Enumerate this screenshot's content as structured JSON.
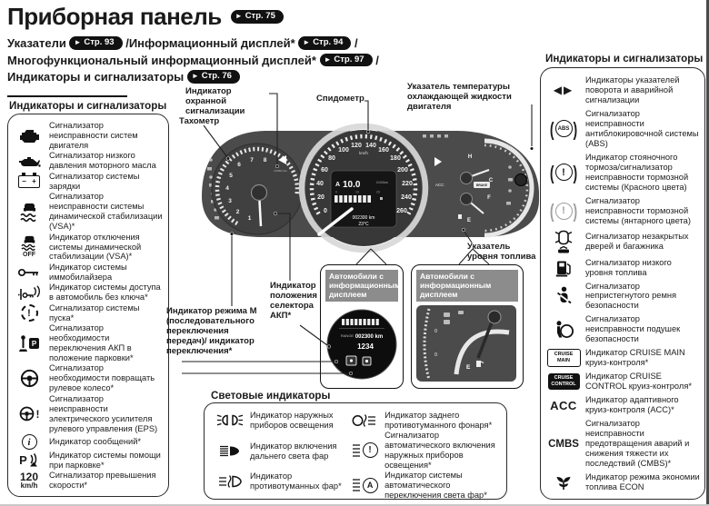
{
  "colors": {
    "page_bg": "#ffffff",
    "ink": "#1a1a1a",
    "badge_bg": "#111111",
    "cluster_body": "#4b4b4b",
    "infobox_header_bg": "#8c8c8c"
  },
  "icons": {
    "page_arrow": "►"
  },
  "header": {
    "title": "Приборная панель",
    "title_page": "Стр. 75",
    "l1a": "Указатели",
    "l1p1": "Стр. 93",
    "l1b": "/Информационный дисплей*",
    "l1p2": "Стр. 94",
    "l1c": "/",
    "l2a": "Многофункциональный информационный дисплей*",
    "l2p": "Стр. 97",
    "l2b": "/",
    "l3a": "Индикаторы и сигнализаторы",
    "l3p": "Стр. 76"
  },
  "left_panel": {
    "heading": "Индикаторы и сигнализаторы",
    "items": [
      {
        "icon": "engine-warning-icon",
        "label": "Сигнализатор неисправности систем двигателя"
      },
      {
        "icon": "oil-pressure-icon",
        "label": "Сигнализатор низкого давления моторного масла"
      },
      {
        "icon": "battery-icon",
        "icon_minus": "−",
        "icon_plus": "+",
        "label": "Сигнализатор системы зарядки"
      },
      {
        "icon": "vsa-warning-icon",
        "label": "Сигнализатор неисправности системы динамической стабилизации (VSA)*"
      },
      {
        "icon": "vsa-off-icon",
        "icon_text": "OFF",
        "label": "Индикатор отключения системы динамической стабилизации (VSA)*"
      },
      {
        "icon": "immobilizer-key-icon",
        "label": "Индикатор системы иммобилайзера"
      },
      {
        "icon": "keyless-access-icon",
        "label": "Индикатор системы доступа в автомобиль без ключа*"
      },
      {
        "icon": "start-system-icon",
        "icon_text": "!",
        "label": "Сигнализатор системы пуска*"
      },
      {
        "icon": "shift-to-park-icon",
        "icon_text": "P",
        "label": "Сигнализатор необходимости переключения АКП в положение парковки*"
      },
      {
        "icon": "steering-turn-icon",
        "label": "Сигнализатор необходимости повращать рулевое колесо*"
      },
      {
        "icon": "eps-warning-icon",
        "icon_text": "!",
        "label": "Сигнализатор неисправности электрического усилителя рулевого управления (EPS)"
      },
      {
        "icon": "message-indicator-icon",
        "icon_text": "i",
        "label": "Индикатор сообщений*"
      },
      {
        "icon": "parking-assist-icon",
        "icon_text": "P",
        "label": "Индикатор системы помощи при парковке*"
      },
      {
        "icon": "speed-alarm-icon",
        "icon_value": "120",
        "icon_unit": "km/h",
        "label": "Сигнализатор превышения скорости*"
      }
    ]
  },
  "right_panel": {
    "heading": "Индикаторы и сигнализаторы",
    "items": [
      {
        "icon": "turn-signal-arrows-icon",
        "icon_left": "◀",
        "icon_right": "▶",
        "label": "Индикаторы указателей поворота и аварийной сигнализации"
      },
      {
        "icon": "abs-warning-icon",
        "icon_text": "ABS",
        "label": "Сигнализатор неисправности антиблокировочной системы (ABS)"
      },
      {
        "icon": "brake-warning-icon",
        "icon_text": "!",
        "label": "Индикатор стояночного тормоза/сигнализатор неисправности тормозной системы (Красного цвета)"
      },
      {
        "icon": "brake-system-amber-icon",
        "icon_text": "!",
        "label": "Сигнализатор неисправности тормозной системы (янтарного цвета)"
      },
      {
        "icon": "doors-open-icon",
        "label": "Сигнализатор незакрытых дверей и багажника"
      },
      {
        "icon": "low-fuel-icon",
        "label": "Сигнализатор низкого уровня топлива"
      },
      {
        "icon": "seat-belt-icon",
        "label": "Сигнализатор непристегнутого ремня безопасности"
      },
      {
        "icon": "airbag-warning-icon",
        "label": "Сигнализатор неисправности подушек безопасности"
      },
      {
        "icon": "cruise-main-badge-icon",
        "icon_line1": "CRUISE",
        "icon_line2": "MAIN",
        "label": "Индикатор CRUISE MAIN круиз-контроля*"
      },
      {
        "icon": "cruise-control-badge-icon",
        "icon_line1": "CRUISE",
        "icon_line2": "CONTROL",
        "label": "Индикатор CRUISE CONTROL круиз-контроля*"
      },
      {
        "icon": "acc-indicator-icon",
        "icon_text": "ACC",
        "label": "Индикатор адаптивного круиз-контроля (ACC)*"
      },
      {
        "icon": "cmbs-indicator-icon",
        "icon_text": "CMBS",
        "label": "Сигнализатор неисправности предотвращения аварий и снижения тяжести их последствий (CMBS)*"
      },
      {
        "icon": "econ-leaf-icon",
        "label": "Индикатор режима экономии топлива ECON"
      }
    ]
  },
  "light_panel": {
    "heading": "Световые индикаторы",
    "left_items": [
      {
        "icon": "position-lamps-icon",
        "label": "Индикатор наружных приборов освещения"
      },
      {
        "icon": "high-beam-icon",
        "label": "Индикатор включения дальнего света фар"
      },
      {
        "icon": "front-fog-icon",
        "label": "Индикатор противотуманных фар*"
      }
    ],
    "right_items": [
      {
        "icon": "rear-fog-icon",
        "label": "Индикатор заднего противотуманного фонаря*"
      },
      {
        "icon": "auto-light-icon",
        "icon_text": "!",
        "label": "Сигнализатор автоматического включения наружных приборов освещения*"
      },
      {
        "icon": "auto-high-beam-icon",
        "icon_text": "A",
        "label": "Индикатор системы автоматического переключения света фар*"
      }
    ]
  },
  "figure": {
    "callouts": {
      "security": "Индикатор охранной сигнализации",
      "tachometer": "Тахометр",
      "speedometer": "Спидометр",
      "coolant": "Указатель температуры охлаждающей жидкости двигателя",
      "fuel": "Указатель уровня топлива",
      "selector": "Индикатор положения селектора АКП*",
      "m_mode": "Индикатор режима M (последовательного переключения передач)/ индикатор переключения*"
    },
    "info_boxes": [
      {
        "label": "Автомобили с информационным дисплеем"
      },
      {
        "label": "Автомобили с информационным дисплеем"
      }
    ],
    "cluster": {
      "speedo_ticks": [
        "0",
        "20",
        "40",
        "60",
        "80",
        "100",
        "120",
        "140",
        "160",
        "180",
        "200",
        "220",
        "240",
        "260"
      ],
      "speedo_unit": "km/h",
      "tach_ticks": [
        "1",
        "2",
        "3",
        "4",
        "5",
        "6",
        "7",
        "8"
      ],
      "tach_unit": "x1000r/min",
      "display": {
        "mode": "A",
        "value": "10.0",
        "unit": "l/100km",
        "scale0": "0",
        "scale10": "10",
        "scale20": "20",
        "odometer": "002300 km",
        "outside_temp": "23°C"
      },
      "letters": {
        "h": "H",
        "c": "C",
        "f": "F",
        "e": "E"
      },
      "acc": "ACC",
      "brake": "BRAKE",
      "mini": {
        "range_label": "RANGE",
        "odometer": "002300 km",
        "clock": "1234"
      }
    }
  }
}
